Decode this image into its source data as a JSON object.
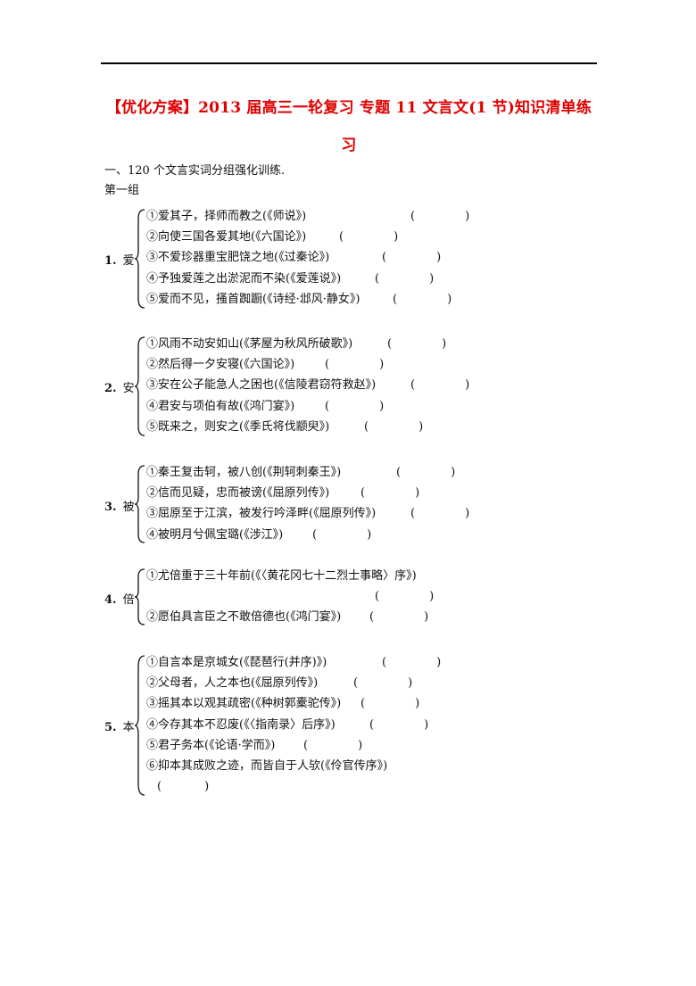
{
  "title": {
    "line1": "【优化方案】2013 届高三一轮复习 专题 11 文言文(1 节)知识清单练",
    "line2": "习"
  },
  "section": {
    "heading": "一、120 个文言实词分组强化训练.",
    "group_label": "第一组"
  },
  "groups": [
    {
      "num": "1.",
      "char": "爱",
      "items": [
        {
          "text": "①爱其子，择师而教之(《师说》)",
          "open": "(",
          "close": ")"
        },
        {
          "text": "②向使三国各爱其地(《六国论》)",
          "open": "(",
          "close": ")"
        },
        {
          "text": "③不爱珍器重宝肥饶之地(《过秦论》)",
          "open": "(",
          "close": ")"
        },
        {
          "text": "④予独爱莲之出淤泥而不染(《爱莲说》)",
          "open": "(",
          "close": ")"
        },
        {
          "text": "⑤爱而不见，搔首踟蹰(《诗经·邶风·静女》)",
          "open": "(",
          "close": ")"
        }
      ]
    },
    {
      "num": "2.",
      "char": "安",
      "items": [
        {
          "text": "①风雨不动安如山(《茅屋为秋风所破歌》)",
          "open": "(",
          "close": ")"
        },
        {
          "text": "②然后得一夕安寝(《六国论》)",
          "open": "(",
          "close": ")"
        },
        {
          "text": "③安在公子能急人之困也(《信陵君窃符救赵》)",
          "open": "(",
          "close": ")"
        },
        {
          "text": "④君安与项伯有故(《鸿门宴》)",
          "open": "(",
          "close": ")"
        },
        {
          "text": "⑤既来之，则安之(《季氏将伐颛臾》)",
          "open": "(",
          "close": ")"
        }
      ]
    },
    {
      "num": "3.",
      "char": "被",
      "items": [
        {
          "text": "①秦王复击轲，被八创(《荆轲刺秦王》)",
          "open": "(",
          "close": ")"
        },
        {
          "text": "②信而见疑，忠而被谤(《屈原列传》)",
          "open": "(",
          "close": ")"
        },
        {
          "text": "③屈原至于江滨，被发行吟泽畔(《屈原列传》)",
          "open": "(",
          "close": ")"
        },
        {
          "text": "④被明月兮佩宝璐(《涉江》)",
          "open": "(",
          "close": ")"
        }
      ]
    },
    {
      "num": "4.",
      "char": "倍",
      "items": [
        {
          "text": "①尤倍重于三十年前(《〈黄花冈七十二烈士事略〉序》)",
          "open": "",
          "close": ""
        },
        {
          "text": "",
          "open": "(",
          "close": ")"
        },
        {
          "text": "②愿伯具言臣之不敢倍德也(《鸿门宴》)",
          "open": "(",
          "close": ")"
        }
      ]
    },
    {
      "num": "5.",
      "char": "本",
      "items": [
        {
          "text": "①自言本是京城女(《琵琶行(并序)》)",
          "open": "(",
          "close": ")"
        },
        {
          "text": "②父母者，人之本也(《屈原列传》)",
          "open": "(",
          "close": ")"
        },
        {
          "text": "③摇其本以观其疏密(《种树郭橐驼传》)",
          "open": "(",
          "close": ")"
        },
        {
          "text": "④今存其本不忍废(《〈指南录〉后序》)",
          "open": "(",
          "close": ")"
        },
        {
          "text": "⑤君子务本(《论语·学而》)",
          "open": "(",
          "close": ")"
        },
        {
          "text": "⑥抑本其成败之迹，而皆自于人欤(《伶官传序》)",
          "open": "",
          "close": ""
        },
        {
          "text": "",
          "open": "(",
          "close": ")"
        }
      ]
    }
  ]
}
